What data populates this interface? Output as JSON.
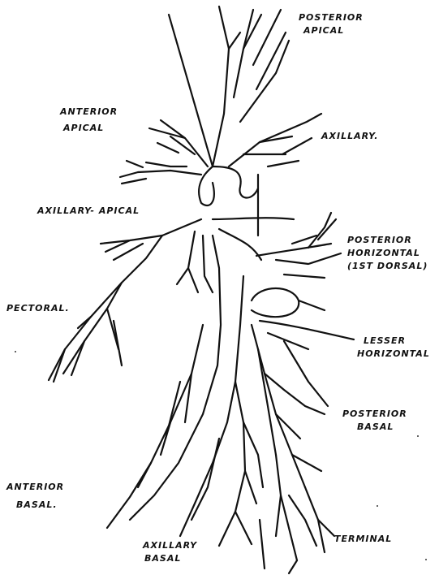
{
  "labels": {
    "posterior_apical": [
      "POSTERIOR",
      "APICAL"
    ],
    "anterior_apical": [
      "ANTERIOR",
      "APICAL"
    ],
    "axillary": "AXILLARY.",
    "axillary_apical": "AXILLARY- APICAL",
    "posterior_horizontal": [
      "POSTERIOR",
      "HORIZONTAL",
      "(1ST DORSAL)"
    ],
    "pectoral": "PECTORAL.",
    "lesser_horizontal": [
      "LESSER",
      "HORIZONTAL"
    ],
    "posterior_basal": [
      "POSTERIOR",
      "BASAL"
    ],
    "anterior_basal": [
      "ANTERIOR",
      "BASAL."
    ],
    "axillary_basal": [
      "AXILLARY",
      "BASAL"
    ],
    "terminal": "TERMINAL"
  },
  "colors": {
    "ink": "#111111",
    "paper": "#ffffff"
  }
}
